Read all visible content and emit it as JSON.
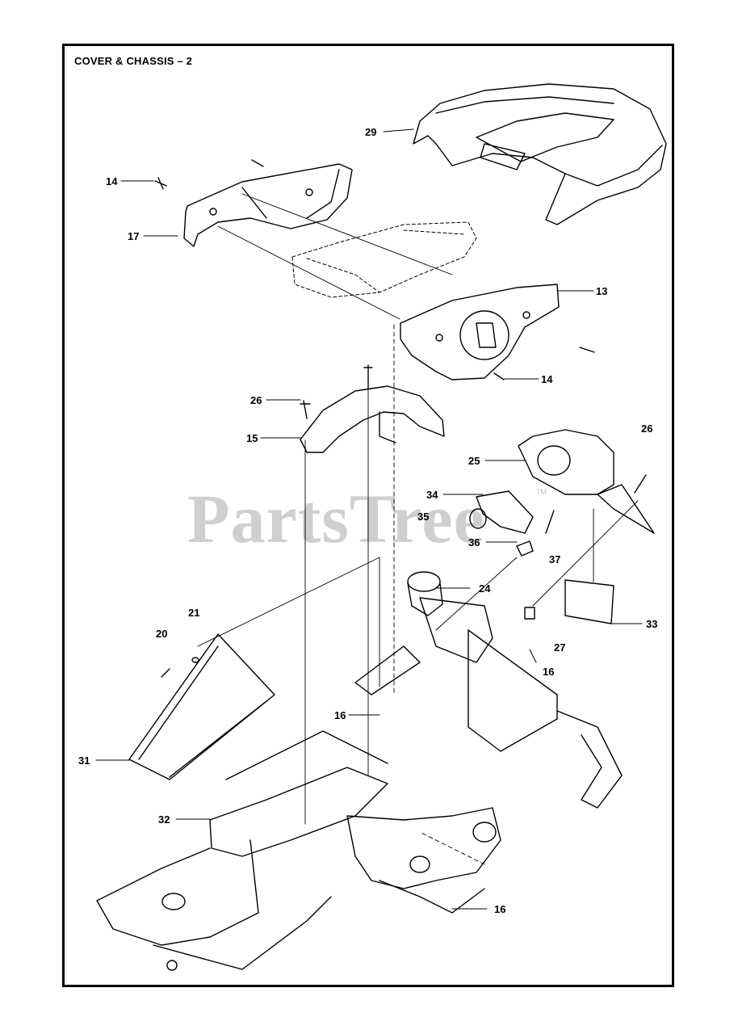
{
  "title": "COVER & CHASSIS – 2",
  "watermark": "PartsTree",
  "watermark_tm": "TM",
  "callouts": [
    {
      "id": "c29",
      "text": "29"
    },
    {
      "id": "c14a",
      "text": "14"
    },
    {
      "id": "c17",
      "text": "17"
    },
    {
      "id": "c13",
      "text": "13"
    },
    {
      "id": "c14b",
      "text": "14"
    },
    {
      "id": "c26a",
      "text": "26"
    },
    {
      "id": "c15",
      "text": "15"
    },
    {
      "id": "c26b",
      "text": "26"
    },
    {
      "id": "c25",
      "text": "25"
    },
    {
      "id": "c34",
      "text": "34"
    },
    {
      "id": "c35",
      "text": "35"
    },
    {
      "id": "c36",
      "text": "36"
    },
    {
      "id": "c37",
      "text": "37"
    },
    {
      "id": "c24",
      "text": "24"
    },
    {
      "id": "c21",
      "text": "21"
    },
    {
      "id": "c20",
      "text": "20"
    },
    {
      "id": "c33",
      "text": "33"
    },
    {
      "id": "c27",
      "text": "27"
    },
    {
      "id": "c16a",
      "text": "16"
    },
    {
      "id": "c16b",
      "text": "16"
    },
    {
      "id": "c31",
      "text": "31"
    },
    {
      "id": "c32",
      "text": "32"
    },
    {
      "id": "c16c",
      "text": "16"
    }
  ]
}
